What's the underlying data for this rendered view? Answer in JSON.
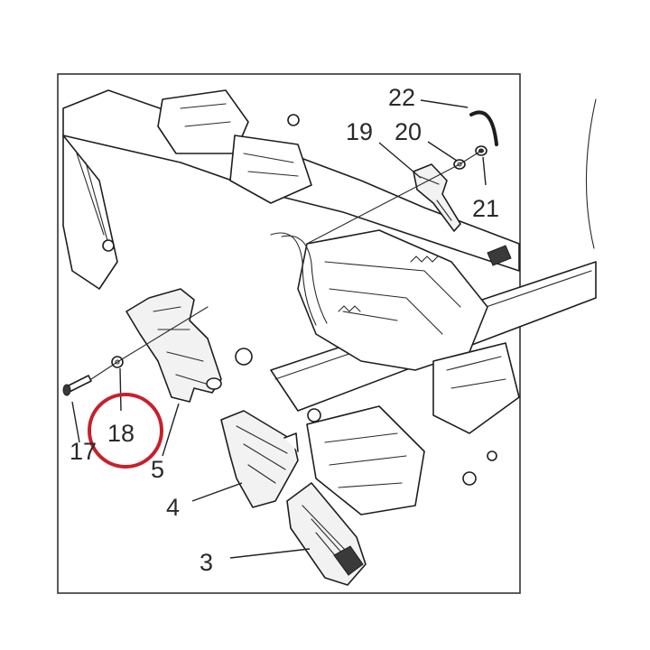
{
  "callouts": {
    "c22": "22",
    "c19": "19",
    "c20": "20",
    "c21": "21",
    "c17": "17",
    "c18": "18",
    "c5": "5",
    "c4": "4",
    "c3": "3"
  },
  "colors": {
    "highlight_circle": "#c8202a",
    "line_art": "#1e1e1e",
    "frame_border": "#333333"
  }
}
